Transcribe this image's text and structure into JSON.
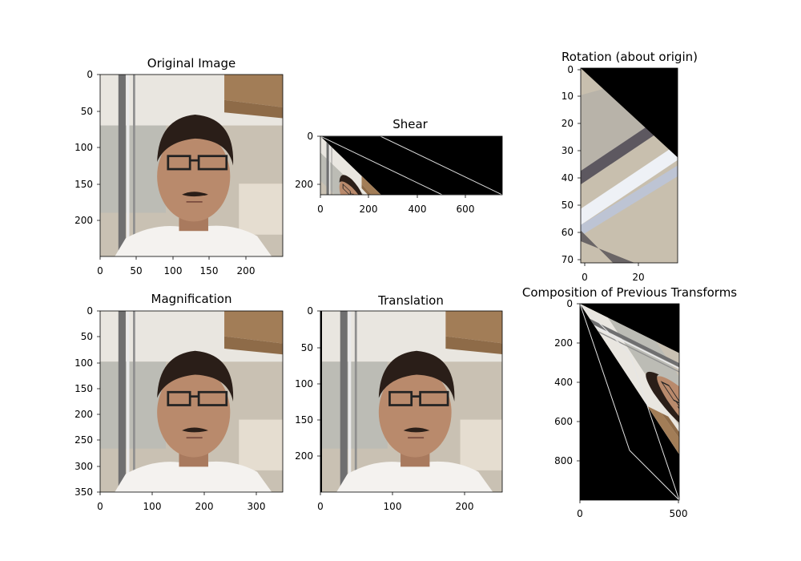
{
  "chart_data": [
    {
      "type": "image",
      "title": "Original Image",
      "xlim": [
        0,
        250
      ],
      "ylim": [
        250,
        0
      ],
      "xticks": [
        0,
        50,
        100,
        150,
        200
      ],
      "yticks": [
        0,
        50,
        100,
        150,
        200
      ]
    },
    {
      "type": "image",
      "title": "Shear",
      "xlim": [
        0,
        750
      ],
      "ylim": [
        250,
        0
      ],
      "xticks": [
        0,
        200,
        400,
        600
      ],
      "yticks": [
        0,
        200
      ]
    },
    {
      "type": "image",
      "title": "Rotation (about origin)",
      "xlim": [
        0,
        36
      ],
      "ylim": [
        72,
        0
      ],
      "xticks": [
        0,
        20
      ],
      "yticks": [
        0,
        10,
        20,
        30,
        40,
        50,
        60,
        70
      ]
    },
    {
      "type": "image",
      "title": "Magnification",
      "xlim": [
        0,
        350
      ],
      "ylim": [
        350,
        0
      ],
      "xticks": [
        0,
        100,
        200,
        300
      ],
      "yticks": [
        0,
        50,
        100,
        150,
        200,
        250,
        300,
        350
      ]
    },
    {
      "type": "image",
      "title": "Translation",
      "xlim": [
        0,
        250
      ],
      "ylim": [
        250,
        0
      ],
      "xticks": [
        0,
        100,
        200
      ],
      "yticks": [
        0,
        50,
        100,
        150,
        200
      ]
    },
    {
      "type": "image",
      "title": "Composition of Previous Transforms",
      "xlim": [
        0,
        500
      ],
      "ylim": [
        1000,
        0
      ],
      "xticks": [
        0,
        500
      ],
      "yticks": [
        0,
        200,
        400,
        600,
        800
      ]
    }
  ],
  "colors": {
    "background": "#000000",
    "wall": "#cdc4b6",
    "skin": "#b98a6c",
    "hair": "#2a1e18",
    "shirt": "#f4f2ef",
    "wood": "#a27d57"
  }
}
